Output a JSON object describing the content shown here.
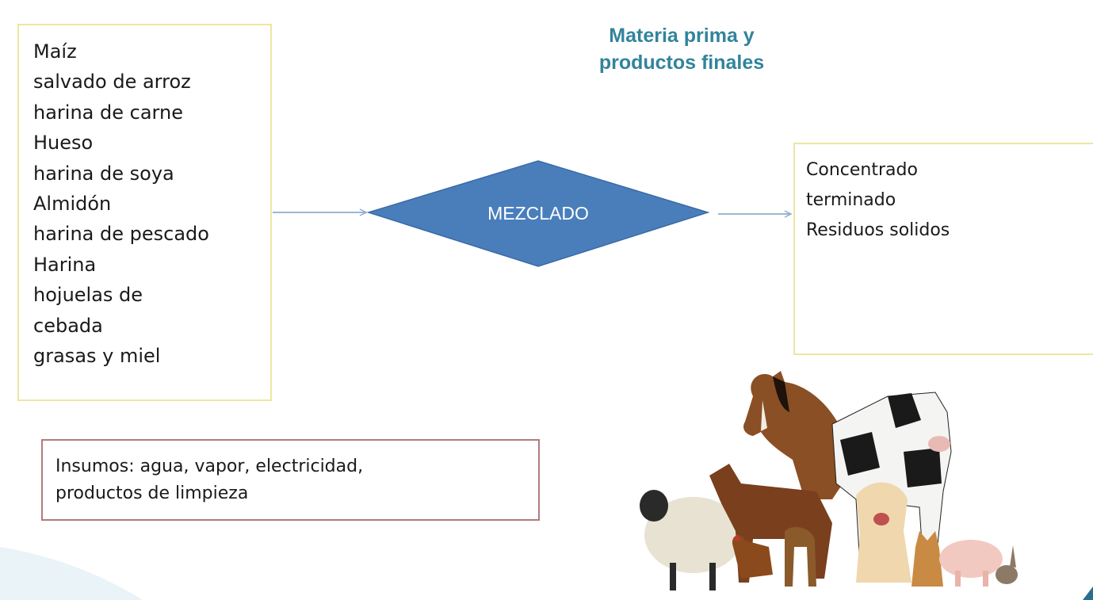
{
  "title": {
    "line1": "Materia prima y",
    "line2": "productos finales"
  },
  "inputs": [
    "Maíz",
    "salvado de arroz",
    "harina de carne",
    "Hueso",
    "harina de soya",
    "Almidón",
    "harina de pescado",
    "Harina",
    "hojuelas de",
    "cebada",
    "grasas y miel"
  ],
  "process": {
    "label": "MEZCLADO"
  },
  "outputs": {
    "line1": "Concentrado",
    "line2": "terminado",
    "line3": "Residuos solidos"
  },
  "supplies": {
    "line1": "Insumos:  agua, vapor, electricidad,",
    "line2": "productos de limpieza"
  },
  "colors": {
    "title": "#31849b",
    "diamond_fill": "#4a7ebb",
    "diamond_stroke": "#3a6aa8",
    "diamond_text": "#ffffff",
    "box_border": "#ede6a0",
    "supplies_border": "#b07c7c",
    "arrow": "#8eaccf"
  },
  "illustration": {
    "icon": "farm-animals-icon",
    "animals": [
      "horse",
      "cow",
      "sheep",
      "goat",
      "dog",
      "beagle",
      "hen",
      "cat",
      "pig",
      "rabbit"
    ]
  }
}
